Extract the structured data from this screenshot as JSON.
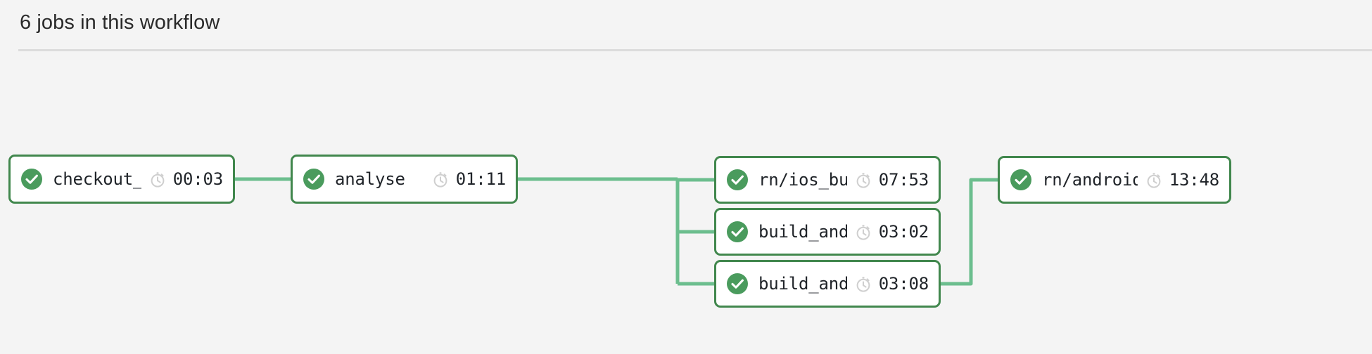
{
  "header": {
    "title": "6 jobs in this workflow",
    "job_count": 6
  },
  "colors": {
    "background": "#f4f4f4",
    "node_border_green": "#41874d",
    "node_background": "#ffffff",
    "edge_green": "#6cbe8e",
    "status_success_green": "#4a9b5d",
    "timer_icon_gray": "#cfcfcf",
    "divider_gray": "#dcdcdc",
    "text_primary": "#1f2328"
  },
  "graph": {
    "nodes": [
      {
        "id": "checkout_code",
        "name": "checkout_code",
        "duration": "00:03",
        "status": "success",
        "status_icon": "check-circle-icon",
        "timer_icon": "stopwatch-icon",
        "column": 1,
        "row": 1
      },
      {
        "id": "analyse",
        "name": "analyse",
        "duration": "01:11",
        "status": "success",
        "status_icon": "check-circle-icon",
        "timer_icon": "stopwatch-icon",
        "column": 2,
        "row": 1
      },
      {
        "id": "rn_ios_build",
        "name": "rn/ios_build…",
        "duration": "07:53",
        "status": "success",
        "status_icon": "check-circle-icon",
        "timer_icon": "stopwatch-icon",
        "column": 3,
        "row": 1
      },
      {
        "id": "build_android_1",
        "name": "build_androi…",
        "duration": "03:02",
        "status": "success",
        "status_icon": "check-circle-icon",
        "timer_icon": "stopwatch-icon",
        "column": 3,
        "row": 2
      },
      {
        "id": "build_android_2",
        "name": "build_androi…",
        "duration": "03:08",
        "status": "success",
        "status_icon": "check-circle-icon",
        "timer_icon": "stopwatch-icon",
        "column": 3,
        "row": 3
      },
      {
        "id": "rn_android_test",
        "name": "rn/android_t…",
        "duration": "13:48",
        "status": "success",
        "status_icon": "check-circle-icon",
        "timer_icon": "stopwatch-icon",
        "column": 4,
        "row": 1
      }
    ],
    "edges": [
      {
        "from": "checkout_code",
        "to": "analyse"
      },
      {
        "from": "analyse",
        "to": "rn_ios_build"
      },
      {
        "from": "analyse",
        "to": "build_android_1"
      },
      {
        "from": "analyse",
        "to": "build_android_2"
      },
      {
        "from": "build_android_2",
        "to": "rn_android_test"
      }
    ]
  }
}
